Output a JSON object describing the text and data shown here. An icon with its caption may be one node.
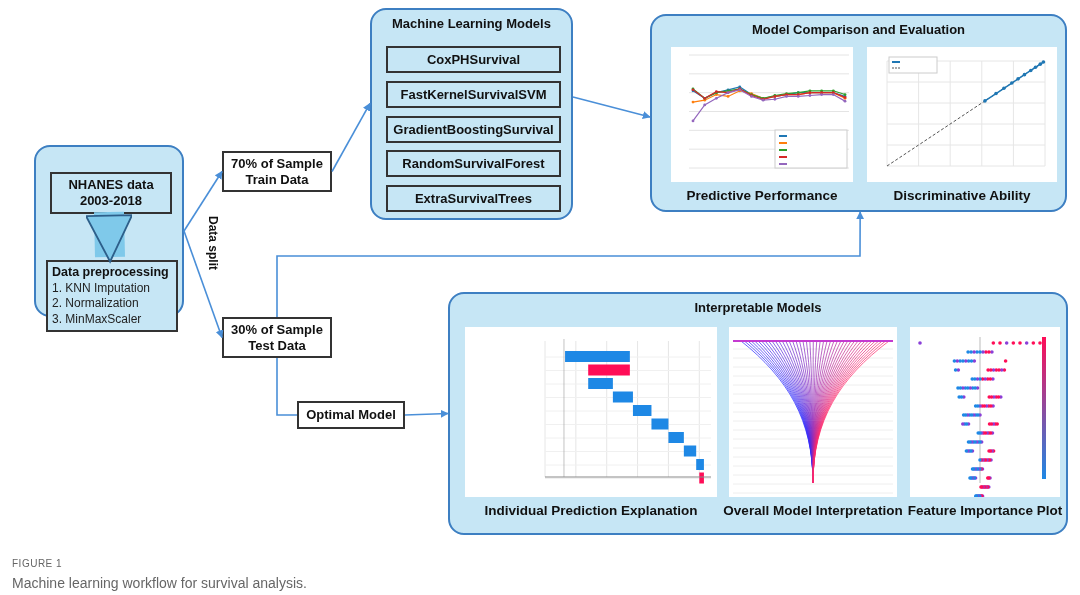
{
  "diagram": {
    "caption": "Machine learning workflow for survival analysis.",
    "nodes": [
      {
        "text": [],
        "shape": "box"
      },
      {
        "text": [
          "NHANES data 2003-2018"
        ],
        "in": 0
      },
      {
        "text": [
          "Data preprocessing",
          "1. KNN Imputation",
          "2. Normalization",
          "3. MinMaxScaler"
        ],
        "in": 0
      },
      {
        "text": [
          "70% of Sample Train Data"
        ]
      },
      {
        "text": [
          "30% of Sample Test Data"
        ]
      },
      {
        "text": [
          "Machine Learning Models"
        ]
      },
      {
        "text": [
          "CoxPHSurvival"
        ],
        "in": 5
      },
      {
        "text": [
          "FastKernelSurvivalSVM"
        ],
        "in": 5
      },
      {
        "text": [
          "GradientBoostingSurvival"
        ],
        "in": 5
      },
      {
        "text": [
          "RandomSurvivalForest"
        ],
        "in": 5
      },
      {
        "text": [
          "ExtraSurvivalTrees"
        ],
        "in": 5
      },
      {
        "text": [
          "Model Comparison and Evaluation"
        ]
      },
      {
        "text": [
          "Predictive Performance"
        ],
        "in": 11
      },
      {
        "text": [
          "Discriminative Ability"
        ],
        "in": 11
      },
      {
        "text": [
          "Optimal Model"
        ]
      },
      {
        "text": [
          "Interpretable Models"
        ]
      },
      {
        "text": [
          "Individual Prediction Explanation"
        ],
        "in": 15
      },
      {
        "text": [
          "Overall Model Interpretation"
        ],
        "in": 15
      },
      {
        "text": [
          "Feature Importance Plot"
        ],
        "in": 15
      }
    ],
    "edges": [
      {
        "from": 1,
        "to": 2,
        "arrow": "to",
        "style": "thick"
      },
      {
        "from": 0,
        "to": 3,
        "arrow": "to"
      },
      {
        "from": 0,
        "to": 4,
        "arrow": "to"
      },
      {
        "from": 3,
        "to": 5,
        "arrow": "to"
      },
      {
        "from": 5,
        "to": 11,
        "arrow": "to"
      },
      {
        "from": 4,
        "to": 11,
        "arrow": "to"
      },
      {
        "from": 4,
        "to": 14,
        "arrow": "none"
      },
      {
        "from": 14,
        "to": 15,
        "arrow": "to"
      }
    ],
    "labels": [
      "Data split",
      "FIGURE 1"
    ]
  }
}
